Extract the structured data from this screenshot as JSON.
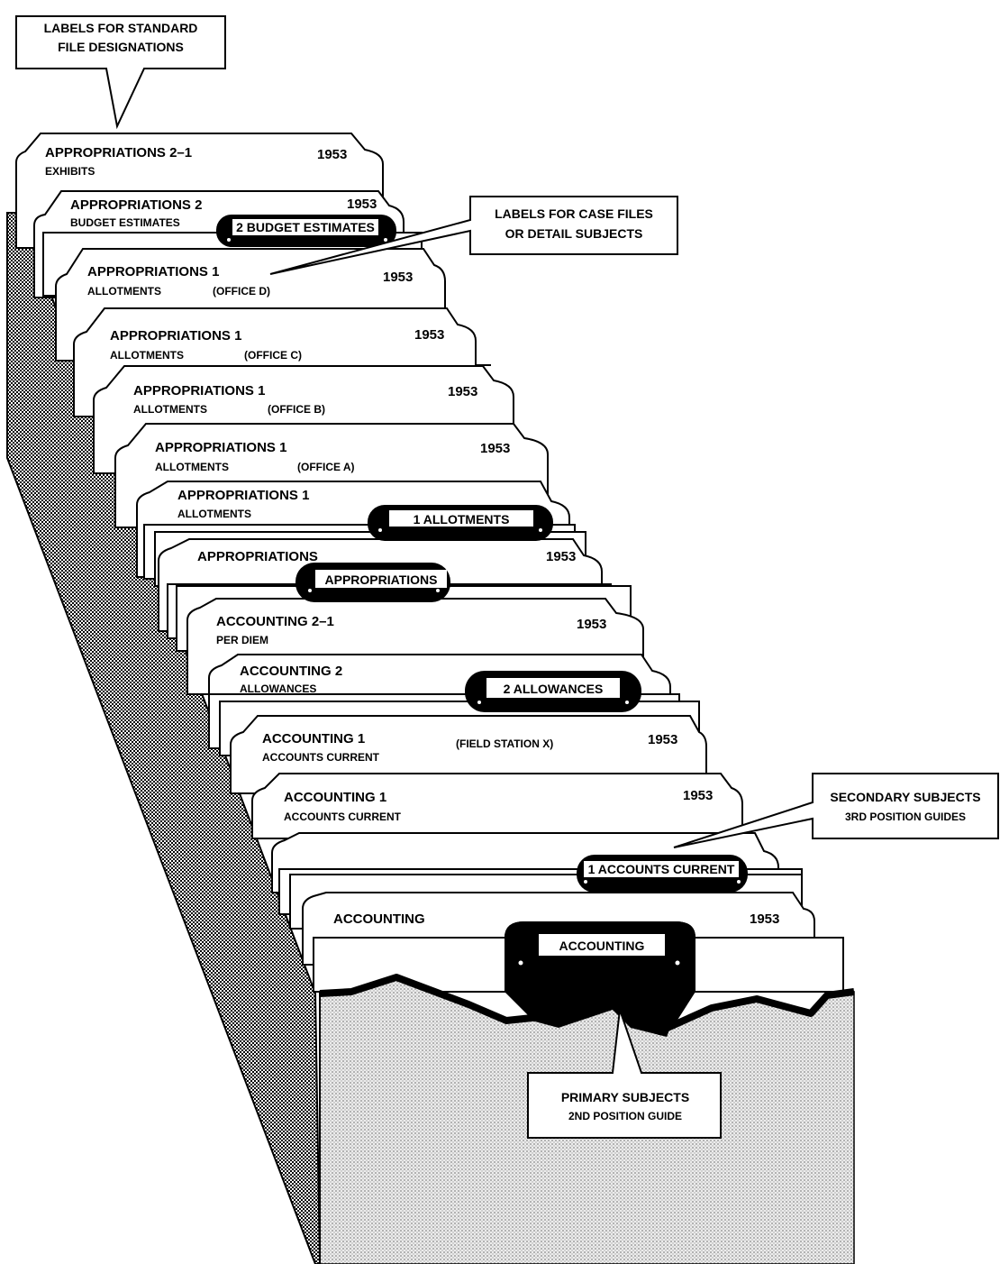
{
  "callouts": {
    "standard_labels": [
      "LABELS FOR STANDARD",
      "FILE DESIGNATIONS"
    ],
    "case_files": [
      "LABELS FOR CASE FILES",
      "OR DETAIL SUBJECTS"
    ],
    "secondary": [
      "SECONDARY SUBJECTS",
      "3RD POSITION GUIDES"
    ],
    "primary": [
      "PRIMARY SUBJECTS",
      "2ND POSITION GUIDE"
    ]
  },
  "folders": [
    {
      "line1": "APPROPRIATIONS 2–1",
      "line2": "EXHIBITS",
      "note": "",
      "year": "1953"
    },
    {
      "line1": "APPROPRIATIONS 2",
      "line2": "BUDGET ESTIMATES",
      "note": "",
      "year": "1953"
    },
    {
      "line1": "APPROPRIATIONS 1",
      "line2": "ALLOTMENTS",
      "note": "(OFFICE D)",
      "year": "1953"
    },
    {
      "line1": "APPROPRIATIONS 1",
      "line2": "ALLOTMENTS",
      "note": "(OFFICE C)",
      "year": "1953"
    },
    {
      "line1": "APPROPRIATIONS 1",
      "line2": "ALLOTMENTS",
      "note": "(OFFICE B)",
      "year": "1953"
    },
    {
      "line1": "APPROPRIATIONS 1",
      "line2": "ALLOTMENTS",
      "note": "(OFFICE A)",
      "year": "1953"
    },
    {
      "line1": "APPROPRIATIONS 1",
      "line2": "ALLOTMENTS",
      "note": "",
      "year": ""
    },
    {
      "line1": "APPROPRIATIONS",
      "line2": "",
      "note": "",
      "year": "1953"
    },
    {
      "line1": "ACCOUNTING 2–1",
      "line2": "PER DIEM",
      "note": "",
      "year": "1953"
    },
    {
      "line1": "ACCOUNTING 2",
      "line2": "ALLOWANCES",
      "note": "",
      "year": ""
    },
    {
      "line1": "ACCOUNTING 1",
      "line2": "ACCOUNTS CURRENT",
      "note": "(FIELD STATION X)",
      "year": "1953"
    },
    {
      "line1": "ACCOUNTING 1",
      "line2": "ACCOUNTS CURRENT",
      "note": "",
      "year": "1953"
    },
    {
      "line1": "ACCOUNTING",
      "line2": "",
      "note": "",
      "year": "1953"
    }
  ],
  "guides": {
    "budget": "2 BUDGET ESTIMATES",
    "allotments": "1 ALLOTMENTS",
    "appropriations": "APPROPRIATIONS",
    "allowances": "2 ALLOWANCES",
    "accounts_current": "1 ACCOUNTS CURRENT",
    "accounting": "ACCOUNTING"
  }
}
